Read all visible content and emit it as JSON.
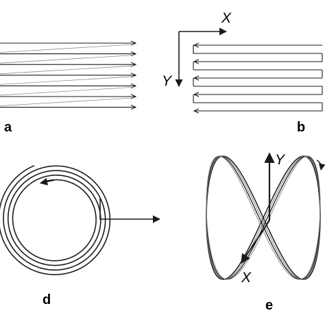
{
  "panels": {
    "a": {
      "label": "a"
    },
    "b": {
      "label": "b",
      "x_axis": "X",
      "y_axis": "Y"
    },
    "d": {
      "label": "d"
    },
    "e": {
      "label": "e",
      "x_axis": "X",
      "y_axis": "Y"
    }
  },
  "colors": {
    "line_dark": "#1a1a1a",
    "line_gray": "#8c8c8c",
    "background": "#ffffff"
  }
}
